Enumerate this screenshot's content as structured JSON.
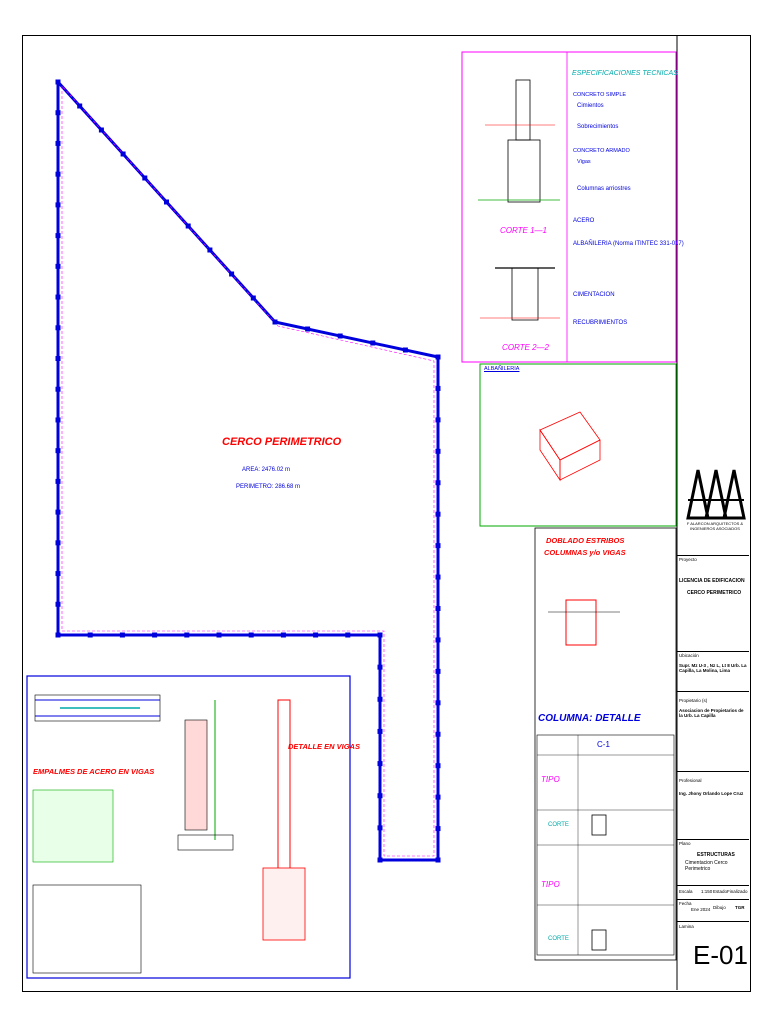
{
  "plan": {
    "title": "CERCO PERIMETRICO",
    "area": "AREA: 2476.02 m",
    "perimeter": "PERIMETRO: 286.68 m"
  },
  "specs": {
    "title": "ESPECIFICACIONES TECNICAS",
    "concreto_simple": "CONCRETO SIMPLE",
    "cimientos": "Cimientos",
    "sobrecimientos": "Sobrecimientos",
    "concreto_armado": "CONCRETO ARMADO",
    "vigas": "Vigas",
    "columnas": "Columnas arriostres",
    "acero": "ACERO",
    "albanileria": "ALBAÑILERIA (Norma ITINTEC 331-017)",
    "cimentacion": "CIMENTACION",
    "recubrimientos": "RECUBRIMIENTOS"
  },
  "sections": {
    "corte11": "CORTE 1—1",
    "corte22": "CORTE 2—2",
    "albanileria_title": "ALBAÑILERIA"
  },
  "details": {
    "doblado_line1": "DOBLADO ESTRIBOS",
    "doblado_line2": "COLUMNAS y/o VIGAS",
    "columna_detalle": "COLUMNA: DETALLE",
    "empalmes": "EMPALMES DE ACERO EN VIGAS",
    "detalle_vigas": "DETALLE EN VIGAS",
    "corte_label": "CORTE",
    "tipo_label": "TIPO",
    "c1": "C-1"
  },
  "titleblock": {
    "company": "F ALARCON ARQUITECTOS & INGENIEROS ASOCIADOS",
    "proyecto_label": "Proyecto",
    "proyecto_line1": "LICENCIA DE EDIFICACION",
    "proyecto_line2": "CERCO PERIMETRICO",
    "ubicacion_label": "Ubicación",
    "ubicacion_value": "Supr. Mz U-3 , Nz L, Lt 8 Urb. La Capilla, La Molina, Lima",
    "propietario_label": "Propietario (s)",
    "propietario_value": "Asociacion de Propietarios de la Urb. La Capilla",
    "profesional_label": "Profesional",
    "profesional_value": "Ing. Jhony Orlando Lope Cruz",
    "plano_label": "Plano",
    "plano_value1": "ESTRUCTURAS",
    "plano_value2": "Cimentacion Cerco Perimetrico",
    "escala_label": "Escala",
    "escala_value": "1:150",
    "estado_label": "Estado",
    "estado_value": "Finalizado",
    "fecha_label": "Fecha",
    "fecha_value": "Ene 2024",
    "dibujo_label": "Dibujo",
    "dibujo_value": "TGR",
    "lamina_label": "Lamina",
    "lamina_value": "E-01"
  }
}
